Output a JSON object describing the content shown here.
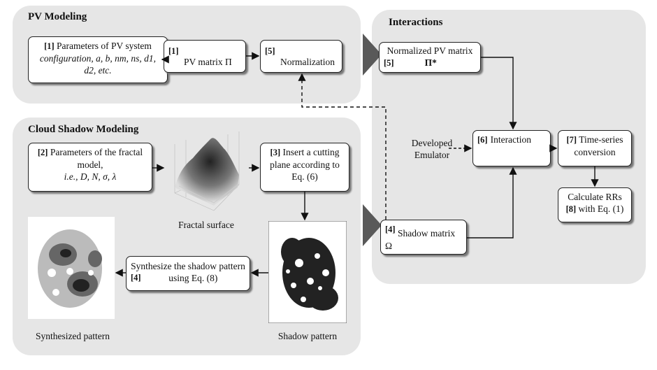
{
  "panels": {
    "pv": {
      "title": "PV Modeling"
    },
    "cloud": {
      "title": "Cloud Shadow Modeling"
    },
    "interactions": {
      "title": "Interactions"
    }
  },
  "pv_modeling": {
    "params": {
      "tag": "[1]",
      "line1": "Parameters of PV system",
      "line2": "configuration, a, b, n",
      "line2_rest": "m, ns, d1,",
      "line3": "d2, etc."
    },
    "matrix": {
      "tag": "[1]",
      "label": "PV matrix Π"
    },
    "normalization": {
      "tag": "[5]",
      "label": "Normalization"
    }
  },
  "cloud_modeling": {
    "fractal_params": {
      "tag": "[2]",
      "line1": "Parameters of the fractal",
      "line2": "model,",
      "line3": "i.e., D, N, σ, λ"
    },
    "cutting_plane": {
      "tag": "[3]",
      "line1": "Insert a cutting",
      "line2": "plane according to",
      "line3": "Eq. (6)"
    },
    "synthesize": {
      "tag": "[4]",
      "line1": "Synthesize the shadow pattern",
      "line2": "using Eq. (8)"
    },
    "fractal_surface_label": "Fractal surface",
    "shadow_pattern_label": "Shadow pattern",
    "synthesized_pattern_label": "Synthesized pattern"
  },
  "interactions": {
    "normalized_matrix": {
      "line1": "Normalized PV matrix",
      "tag": "[5]",
      "symbol": "Π*"
    },
    "developed_emulator": {
      "line1": "Developed",
      "line2": "Emulator"
    },
    "interaction": {
      "tag": "[6]",
      "label": "Interaction"
    },
    "time_series": {
      "tag": "[7]",
      "line1": "Time-series",
      "line2": "conversion"
    },
    "calculate": {
      "line1": "Calculate RRs",
      "tag": "[8]",
      "line2": "with Eq. (1)"
    },
    "shadow_matrix": {
      "tag": "[4]",
      "label": "Shadow matrix Ω"
    }
  },
  "colors": {
    "panel": "#e6e6e6",
    "arrow": "#555555",
    "box_border": "#222222"
  }
}
